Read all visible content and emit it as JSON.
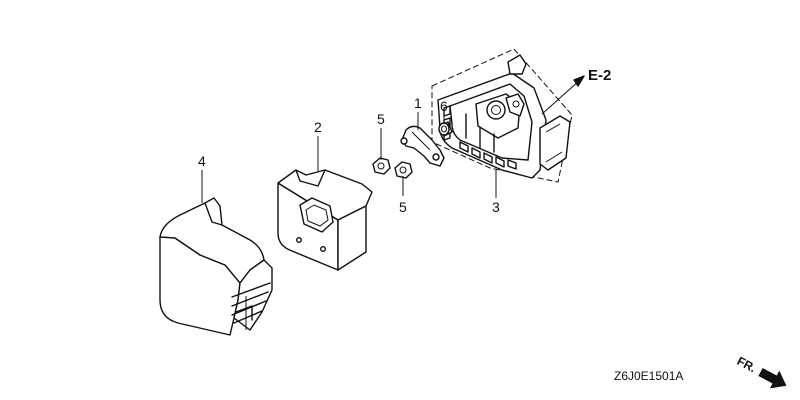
{
  "callouts": {
    "p1": "1",
    "p2": "2",
    "p3": "3",
    "p4": "4",
    "p5a": "5",
    "p5b": "5",
    "p6": "6"
  },
  "reference": "E-2",
  "figure_code": "Z6J0E1501A",
  "front_indicator": "FR."
}
